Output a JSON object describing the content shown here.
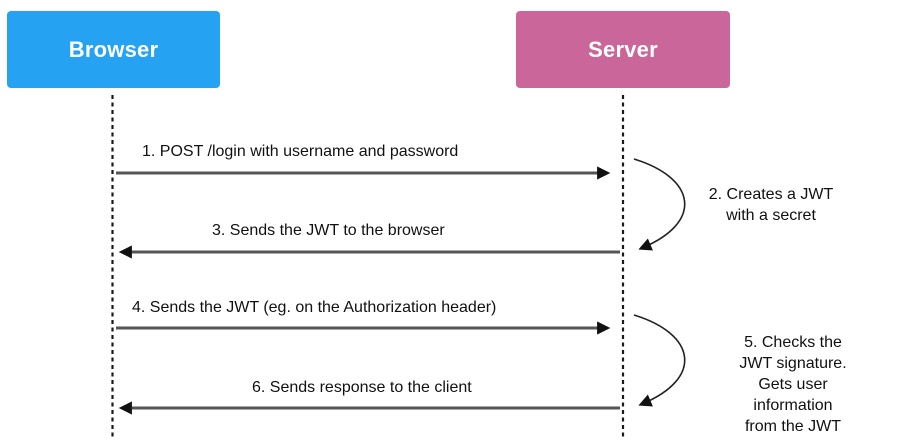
{
  "diagram": {
    "type": "sequence",
    "actors": [
      {
        "id": "browser",
        "label": "Browser",
        "color": "#25A2F2",
        "text_color": "#FFFFFF"
      },
      {
        "id": "server",
        "label": "Server",
        "color": "#CA6699",
        "text_color": "#FFFFFF"
      }
    ],
    "messages": [
      {
        "step": "1",
        "label": "1. POST /login with username and password",
        "from": "browser",
        "to": "server",
        "arrow": "straight-right"
      },
      {
        "step": "2",
        "label": "2. Creates a JWT\nwith a secret",
        "from": "server",
        "to": "server",
        "arrow": "self-loop"
      },
      {
        "step": "3",
        "label": "3. Sends the JWT to the browser",
        "from": "server",
        "to": "browser",
        "arrow": "straight-left"
      },
      {
        "step": "4",
        "label": "4. Sends the JWT (eg. on the Authorization header)",
        "from": "browser",
        "to": "server",
        "arrow": "straight-right"
      },
      {
        "step": "5",
        "label": "5. Checks the JWT signature.\nGets user information\nfrom the JWT",
        "from": "server",
        "to": "server",
        "arrow": "self-loop"
      },
      {
        "step": "6",
        "label": "6. Sends response to the client",
        "from": "server",
        "to": "browser",
        "arrow": "straight-left"
      }
    ],
    "colors": {
      "background": "#FFFFFF",
      "browser_box": "#25A2F2",
      "server_box": "#CA6699",
      "box_text": "#FFFFFF",
      "arrow_shaft": "#555555",
      "self_arrow": "#222222",
      "arrowhead": "#111111",
      "lifeline": "#1A1A1A",
      "message_text": "#111111"
    }
  }
}
